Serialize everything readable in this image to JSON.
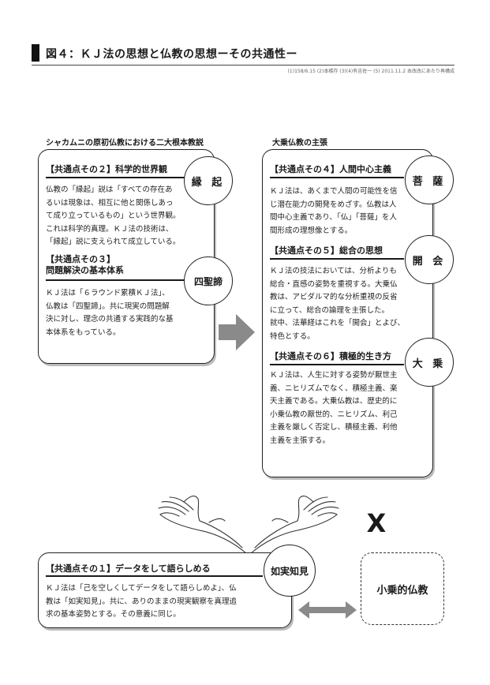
{
  "header": {
    "title": "図４：ＫＪ法の思想と仏教の思想ーその共通性ー",
    "source": "(1)158/6.15 (2)本橋存 (3)(4)有吉佐一 (5) 2011.11.2 本改改にあたり再構成"
  },
  "left_column": {
    "heading": "シャカムニの原初仏教における二大根本教説",
    "sections": [
      {
        "title": "【共通点その２】科学的世界観",
        "badge": "縁 起",
        "lines": [
          "仏教の「縁起」説は「すべての存在あ",
          "るいは現象は、相互に他と関係しあっ",
          "て成り立っているもの」という世界観。",
          "これは科学的真理。ＫＪ法の技術は、",
          "「縁起」説に支えられて成立している。"
        ]
      },
      {
        "title": "【共通点その３】",
        "title2": "問題解決の基本体系",
        "badge": "四聖諦",
        "lines": [
          "ＫＪ法は「６ラウンド累積ＫＪ法」、",
          "仏教は「四聖諦」。共に現実の問題解",
          "決に対し、理念の共通する実践的な基",
          "本体系をもっている。"
        ]
      }
    ]
  },
  "right_column": {
    "heading": "大乗仏教の主張",
    "sections": [
      {
        "title": "【共通点その４】人間中心主義",
        "badge": "菩 薩",
        "lines": [
          "ＫＪ法は、あくまで人間の可能性を信",
          "じ潜在能力の開発をめざす。仏教は人",
          "間中心主義であり、「仏」「菩薩」を人",
          "間形成の理想像とする。"
        ]
      },
      {
        "title": "【共通点その５】総合の思想",
        "badge": "開 会",
        "lines": [
          "ＫＪ法の技法においては、分析よりも",
          "総合・直感の姿勢を重視する。大乗仏",
          "教は、アビダルマ的な分析重視の反省",
          "に立って、総合の論理を主張した。",
          "就中、法華経はこれを「開会」とよび、",
          "特色とする。"
        ]
      },
      {
        "title": "【共通点その６】積極的生き方",
        "badge": "大 乗",
        "lines": [
          "ＫＪ法は、人生に対する姿勢が厭世主",
          "義、ニヒリズムでなく、積極主義、楽",
          "天主義である。大乗仏教は、歴史的に",
          "小乗仏教の厭世的、ニヒリズム、利己",
          "主義を厳しく否定し、積極主義、利他",
          "主義を主張する。"
        ]
      }
    ]
  },
  "bottom": {
    "title": "【共通点その１】データをして語らしめる",
    "badge": "如実知見",
    "lines": [
      "ＫＪ法は「己を空しくしてデータをして語らしめよ」、仏",
      "教は「如実知見」。共に、ありのままの現実観察を真理追",
      "求の基本姿勢とする。その意義に同じ。"
    ],
    "hinayana": "小乗的仏教",
    "cross_mark": "Ⅹ"
  }
}
